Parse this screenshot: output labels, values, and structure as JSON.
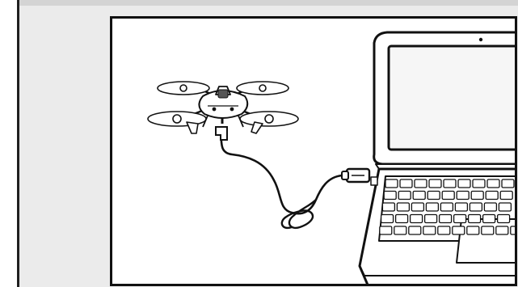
{
  "document": {
    "figure": {
      "subject": "drone-charging-via-usb-to-laptop",
      "parts": [
        "drone",
        "charge-port-arrow",
        "usb-cable",
        "usb-plug",
        "laptop"
      ],
      "colors": {
        "line": "#111111",
        "fill": "#ffffff",
        "screen": "#f6f6f6",
        "page_background": "#ebebeb"
      }
    }
  }
}
